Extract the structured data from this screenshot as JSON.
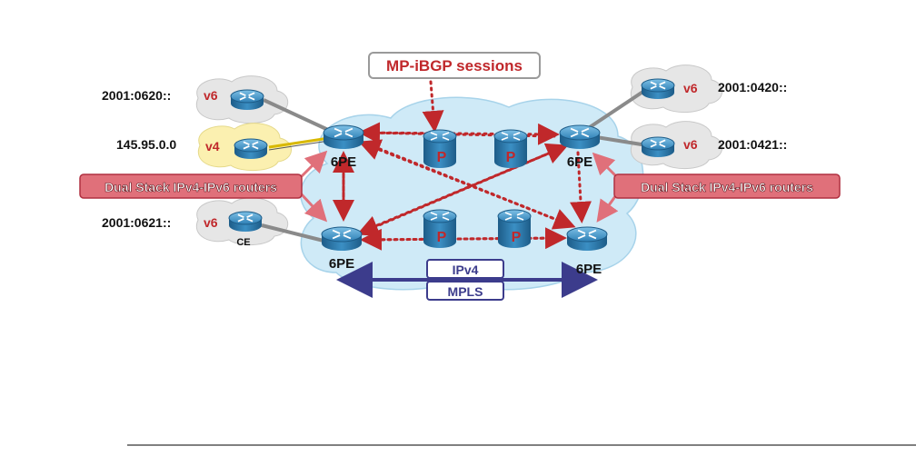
{
  "sessions_label": "MP-iBGP sessions",
  "dual_stack_label_left": "Dual Stack IPv4-IPv6 routers",
  "dual_stack_label_right": "Dual Stack IPv4-IPv6 routers",
  "transport_ipv4": "IPv4",
  "transport_mpls": "MPLS",
  "pe_label": "6PE",
  "p_label": "P",
  "ce_label": "CE",
  "sites": [
    {
      "id": "left-top",
      "address": "2001:0620::",
      "cloud_tag": "v6"
    },
    {
      "id": "left-mid",
      "address": "145.95.0.0",
      "cloud_tag": "v4"
    },
    {
      "id": "left-bottom",
      "address": "2001:0621::",
      "cloud_tag": "v6"
    },
    {
      "id": "right-top",
      "address": "2001:0420::",
      "cloud_tag": "v6"
    },
    {
      "id": "right-mid",
      "address": "2001:0421::",
      "cloud_tag": "v6"
    }
  ],
  "colors": {
    "core_cloud": "#cfeaf7",
    "v6_cloud": "#e6e6e6",
    "v4_cloud": "#fbf0b0",
    "router_blue": "#2d7fb5",
    "accent_red": "#c0282b",
    "dual_stack_fill": "#e0707a",
    "transport_blue": "#3c3c8c"
  }
}
